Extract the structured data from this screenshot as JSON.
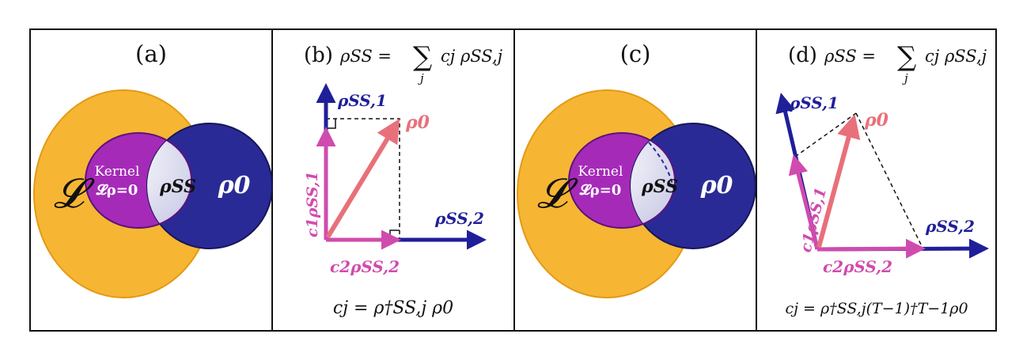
{
  "colors": {
    "frame": "#111111",
    "L_set": "#F7B534",
    "kernel": "#A52AB8",
    "rho0_set": "#2A2A96",
    "overlap": "#E4E4F2",
    "arrow_blue": "#1F1F99",
    "arrow_magenta": "#D04BAE",
    "arrow_red": "#E8707A"
  },
  "panels": {
    "a": {
      "label": "(a)",
      "L_symbol": "𝓛",
      "kernel_label": "Kernel",
      "kernel_eq": "𝓛ρ=0",
      "overlap_label": "ρSS",
      "rho0_label": "ρ0"
    },
    "b": {
      "label": "(b)",
      "title_lhs": "ρSS = ",
      "title_sum": "∑",
      "title_sum_index": "j",
      "title_rhs": "cj ρSS,j",
      "v1_label": "ρSS,1",
      "v2_label": "ρSS,2",
      "rho0_label": "ρ0",
      "c1_label": "c1ρSS,1",
      "c2_label": "c2ρSS,2",
      "formula": "cj = ρ†SS,j ρ0"
    },
    "c": {
      "label": "(c)",
      "L_symbol": "𝓛",
      "kernel_label": "Kernel",
      "kernel_eq": "𝓛ρ=0",
      "overlap_label": "ρSS",
      "rho0_label": "ρ0"
    },
    "d": {
      "label": "(d)",
      "title_lhs": "ρSS = ",
      "title_sum": "∑",
      "title_sum_index": "j",
      "title_rhs": "cj ρSS,j",
      "v1_label": "ρSS,1",
      "v2_label": "ρSS,2",
      "rho0_label": "ρ0",
      "c1_label": "c1ρSS,1",
      "c2_label": "c2ρSS,2",
      "formula": "cj = ρ†SS,j(T−1)†T−1ρ0"
    }
  }
}
